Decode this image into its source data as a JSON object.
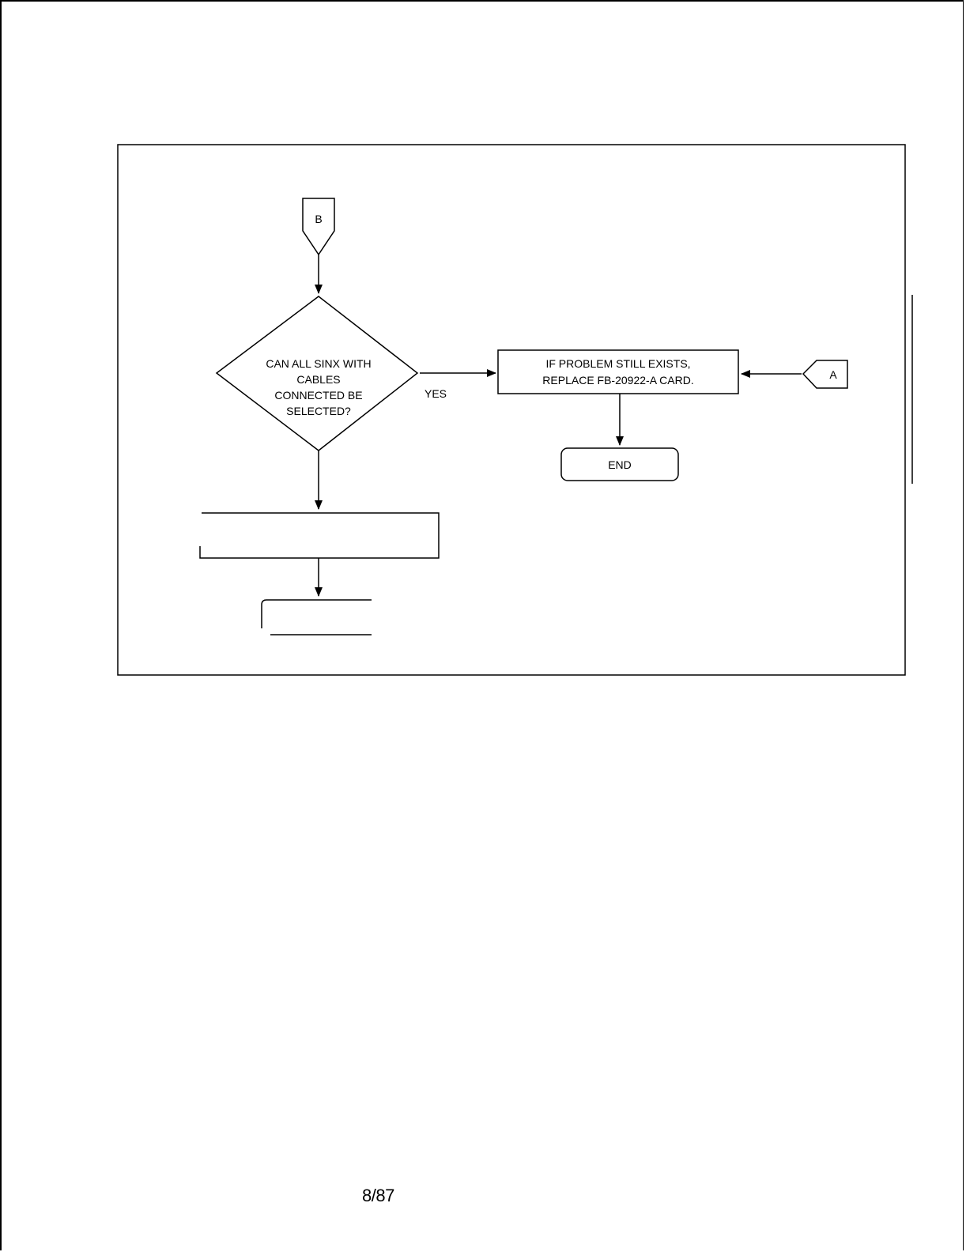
{
  "flowchart": {
    "connector_b": "B",
    "connector_a": "A",
    "decision": {
      "line1": "CAN ALL SINX WITH",
      "line2": "CABLES",
      "line3": "CONNECTED BE",
      "line4": "SELECTED?"
    },
    "yes_label": "YES",
    "replace_box": {
      "line1": "IF PROBLEM STILL EXISTS,",
      "line2": "REPLACE FB-20922-A CARD."
    },
    "end_label": "END"
  },
  "footer": {
    "page_number": "8/87"
  }
}
